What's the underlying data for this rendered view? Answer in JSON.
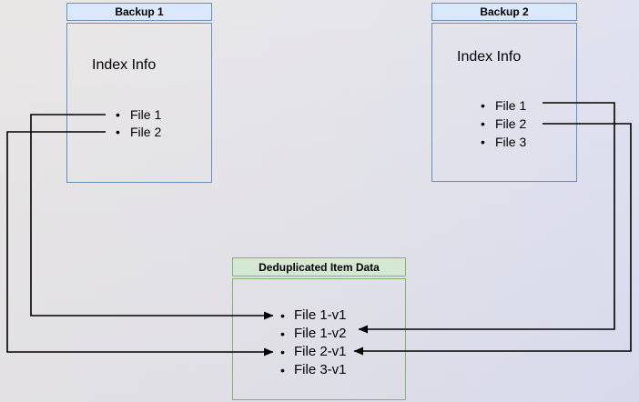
{
  "diagram": {
    "backup1": {
      "title": "Backup 1",
      "index_label": "Index Info",
      "files": [
        "File 1",
        "File 2"
      ]
    },
    "backup2": {
      "title": "Backup 2",
      "index_label": "Index Info",
      "files": [
        "File 1",
        "File 2",
        "File 3"
      ]
    },
    "dedup": {
      "title": "Deduplicated Item Data",
      "items": [
        "File 1-v1",
        "File 1-v2",
        "File 2-v1",
        "File 3-v1"
      ]
    },
    "connections": [
      {
        "from_box": "Backup 1",
        "from_item": "File 1",
        "to_item": "File 1-v1"
      },
      {
        "from_box": "Backup 1",
        "from_item": "File 2",
        "to_item": "File 2-v1"
      },
      {
        "from_box": "Backup 2",
        "from_item": "File 1",
        "to_item": "File 1-v2"
      },
      {
        "from_box": "Backup 2",
        "from_item": "File 2",
        "to_item": "File 2-v1"
      }
    ],
    "colors": {
      "backup_header_fill": "#dae8fc",
      "backup_border": "#6c8ebf",
      "dedup_header_fill": "#d5e8d4",
      "dedup_border": "#82b366",
      "arrow": "#000000",
      "background_left": "#e9e7e6",
      "background_right": "#dee0f2"
    }
  }
}
